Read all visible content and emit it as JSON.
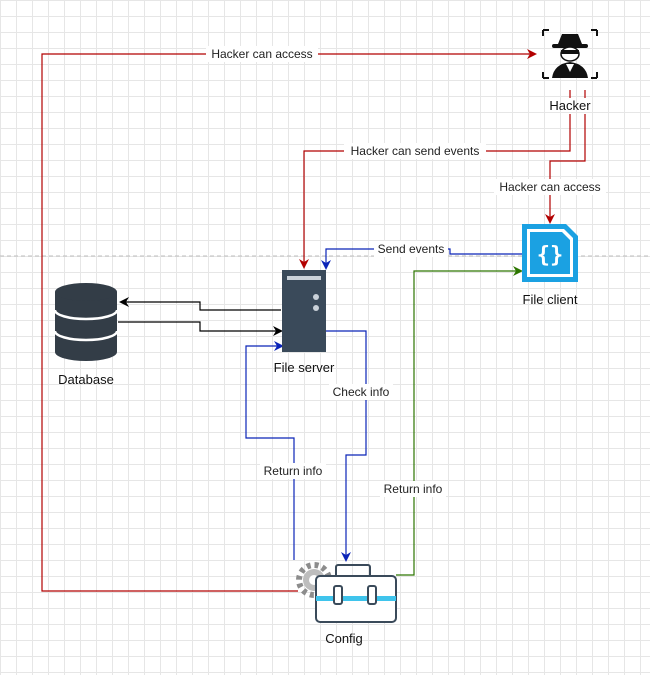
{
  "nodes": {
    "hacker": "Hacker",
    "file_client": "File client",
    "file_server": "File server",
    "database": "Database",
    "config": "Config"
  },
  "edges": {
    "hacker_can_access_config": "Hacker can access",
    "hacker_can_send_events": "Hacker can send events",
    "hacker_can_access_client": "Hacker can access",
    "send_events": "Send events",
    "check_info": "Check info",
    "return_info_server": "Return info",
    "return_info_client": "Return info"
  },
  "colors": {
    "hacker_edges": "#b20000",
    "server_edges": "#0b24b8",
    "client_edge": "#2d7600",
    "db_edges": "#000000",
    "server_fill": "#3a4a5a",
    "client_accent": "#1ba1e2",
    "config_blue": "#3fc4ec",
    "config_gray": "#8c8c8c"
  }
}
